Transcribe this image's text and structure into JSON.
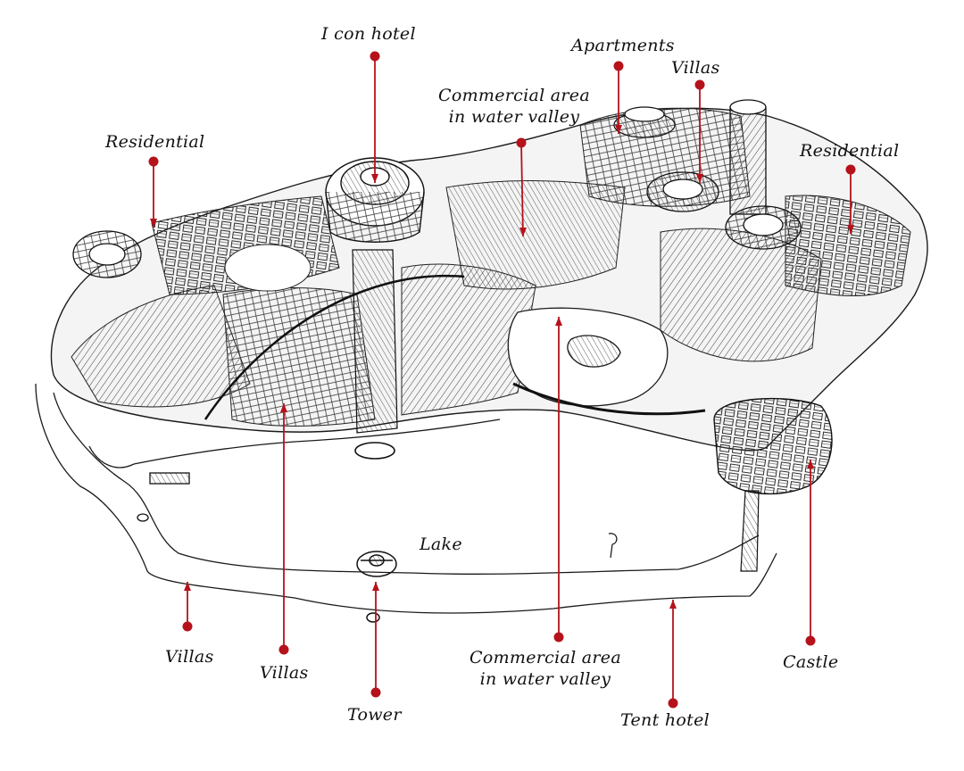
{
  "labels": {
    "icon_hotel": "I con hotel",
    "apartments": "Apartments",
    "villas_top": "Villas",
    "commercial_top_1": "Commercial area",
    "commercial_top_2": "in water valley",
    "residential_left": "Residential",
    "residential_right": "Residential",
    "lake": "Lake",
    "villas_bottom_left": "Villas",
    "villas_bottom_mid": "Villas",
    "tower": "Tower",
    "commercial_bottom_1": "Commercial area",
    "commercial_bottom_2": "in water valley",
    "tent_hotel": "Tent hotel",
    "castle": "Castle"
  },
  "colors": {
    "marker": "#b5121b",
    "ink": "#1a1a1a",
    "paper": "#ffffff"
  }
}
